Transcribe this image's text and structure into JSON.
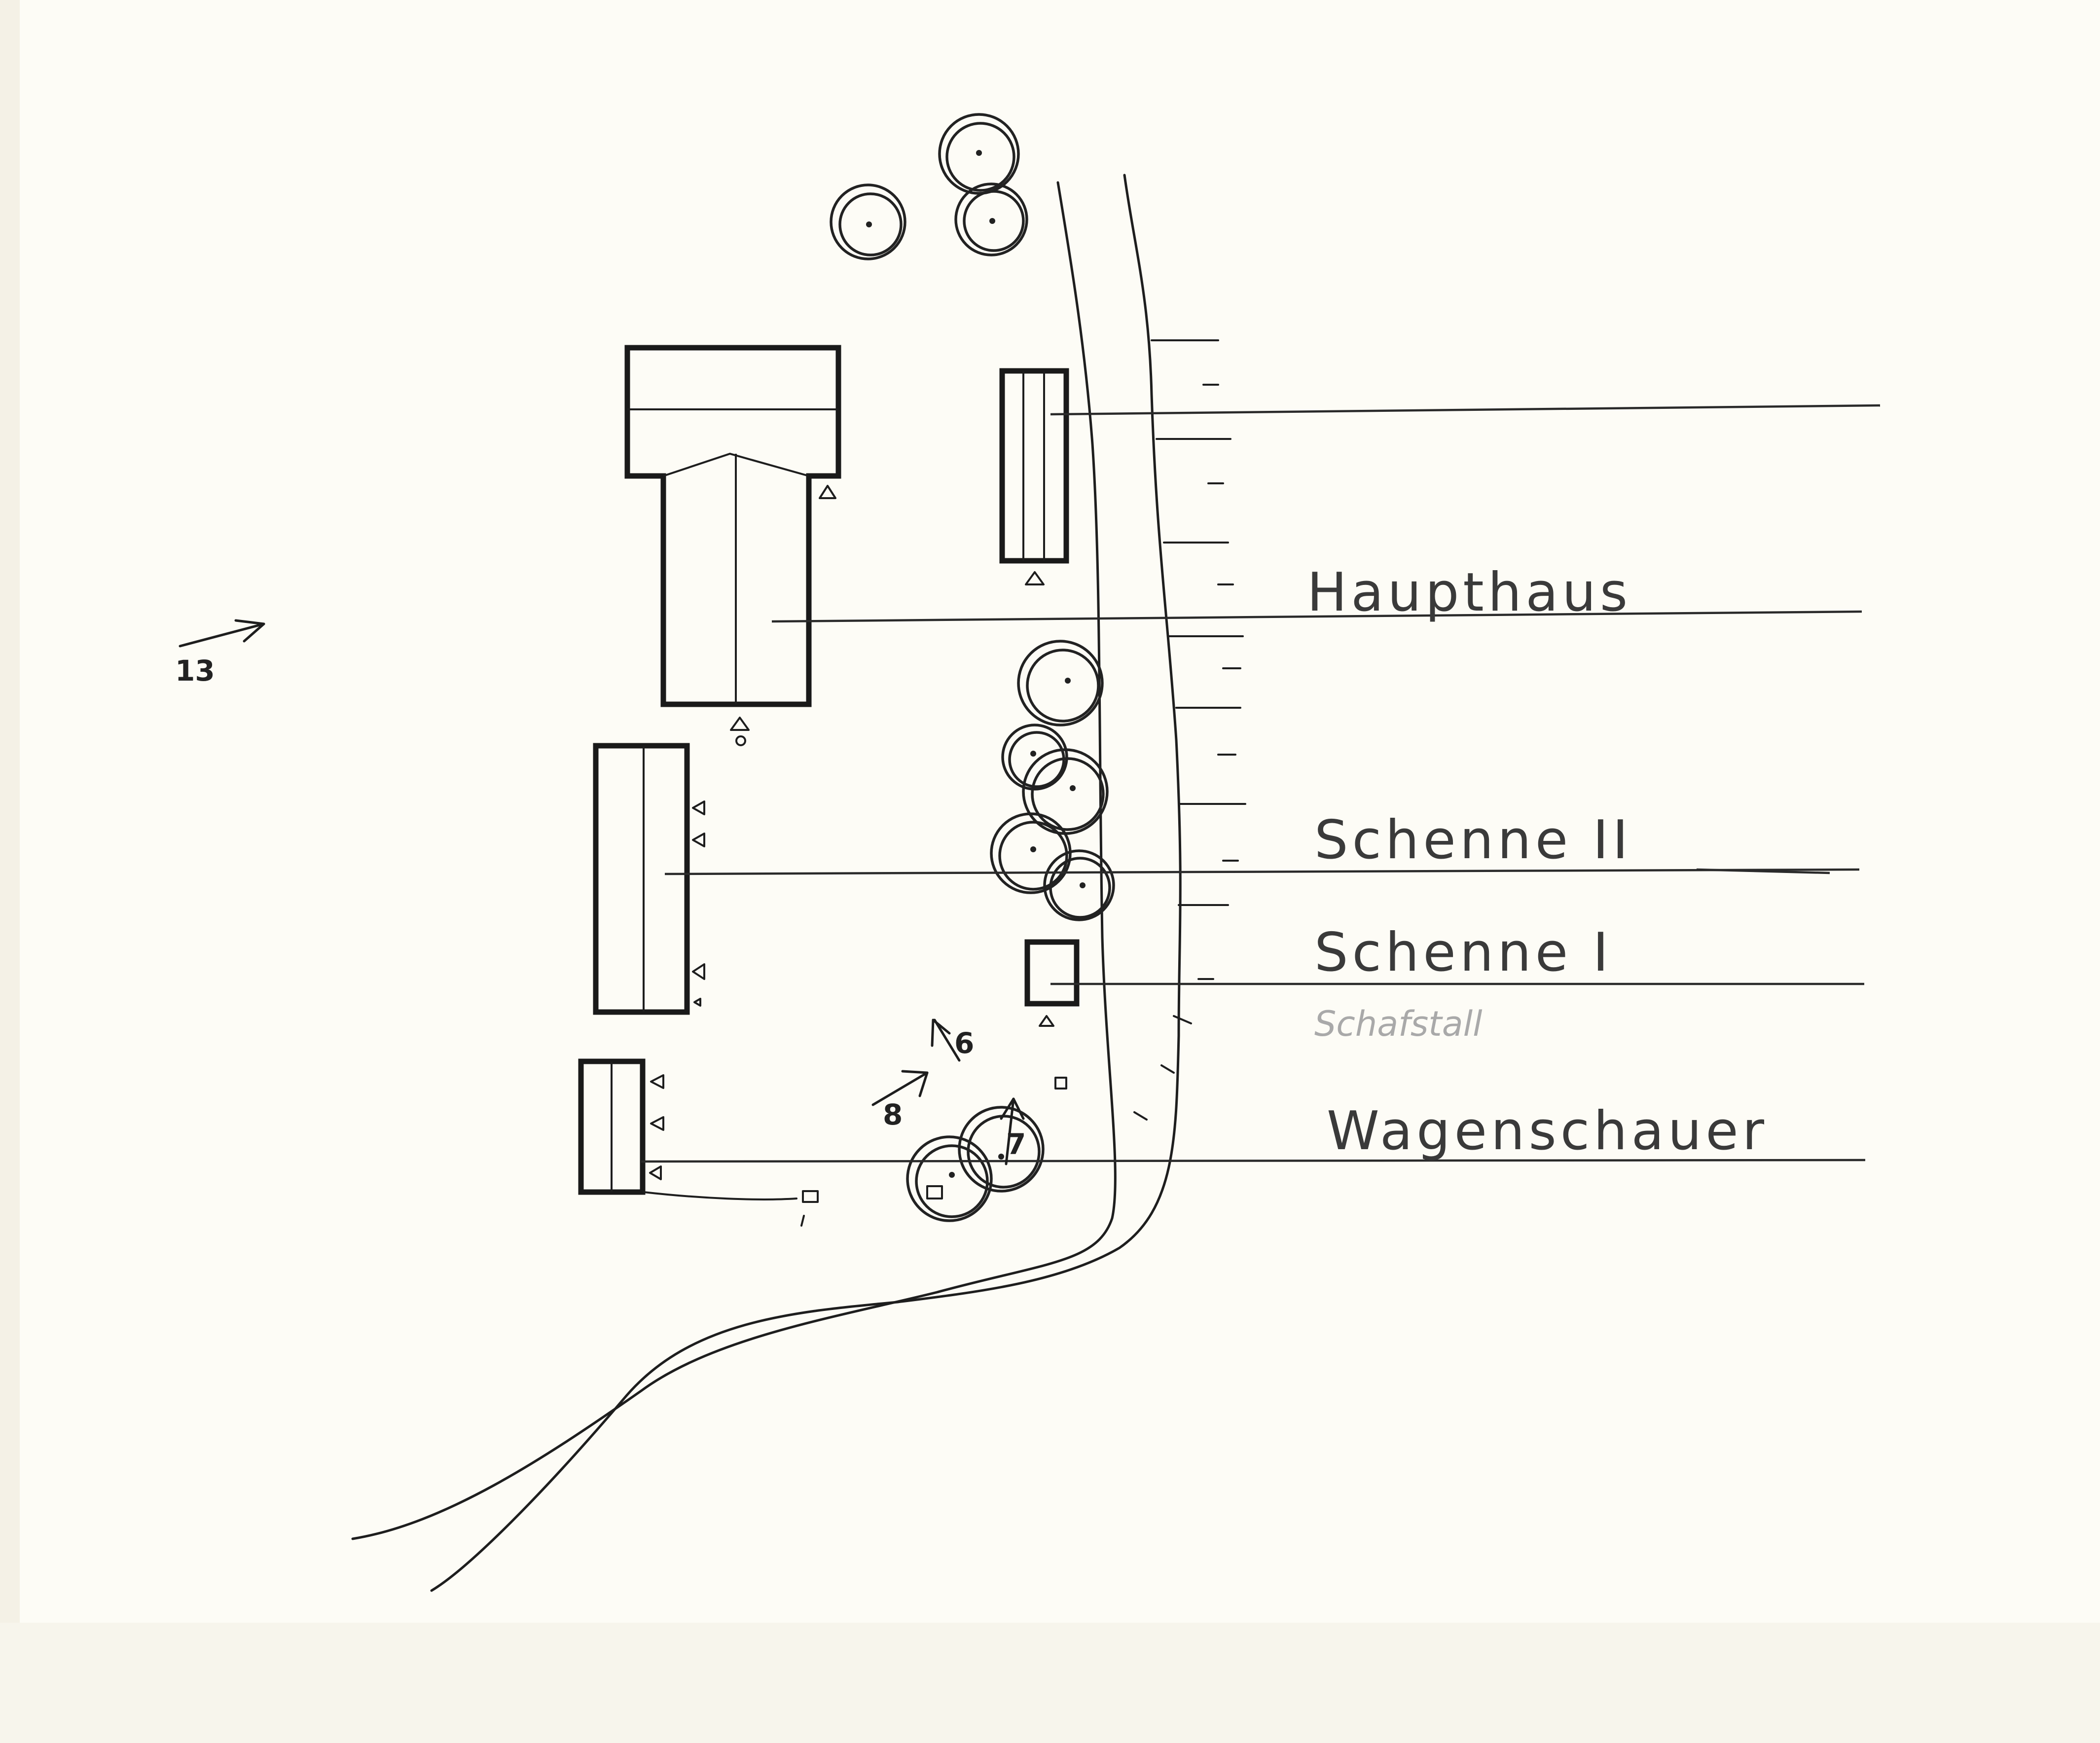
{
  "labels": {
    "haupthaus": "Haupthaus",
    "schenne2": "Schenne II",
    "schenne1": "Schenne I",
    "schenne1_note": "Schafstall",
    "wagenschauer": "Wagenschauer"
  },
  "viewpoints": {
    "vp13": "13",
    "vp6": "6",
    "vp8": "8",
    "vp7": "7"
  }
}
